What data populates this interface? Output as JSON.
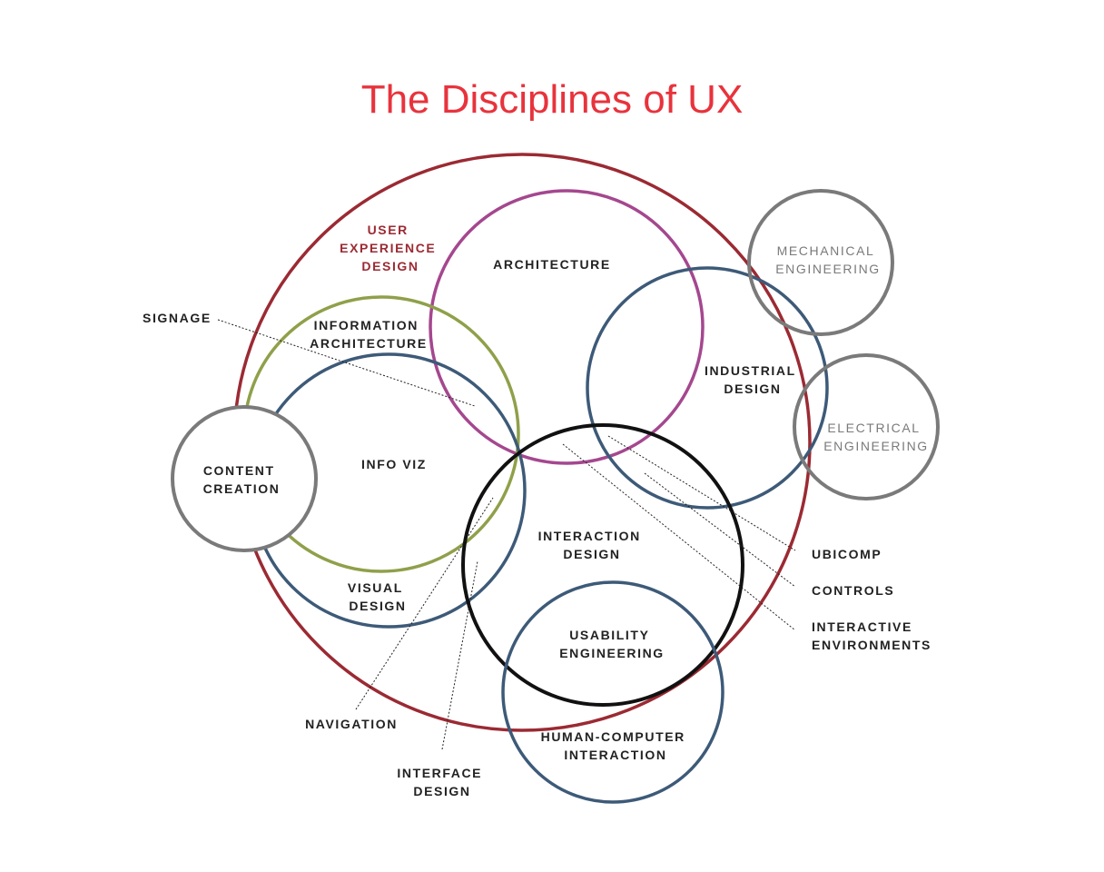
{
  "title": "The Disciplines of UX",
  "colors": {
    "title": "#e8333c",
    "user_experience_design": "#9b2a33",
    "information_architecture": "#8fa04a",
    "architecture": "#a5478f",
    "blue_disciplines": "#3d5a78",
    "interaction_design": "#111111",
    "outer_disciplines": "#7a7a7a"
  },
  "labels": {
    "user_experience_design": [
      "USER",
      "EXPERIENCE",
      "DESIGN"
    ],
    "architecture": [
      "ARCHITECTURE"
    ],
    "information_architecture": [
      "INFORMATION",
      "ARCHITECTURE"
    ],
    "info_viz": [
      "INFO VIZ"
    ],
    "content_creation": [
      "CONTENT",
      "CREATION"
    ],
    "visual_design": [
      "VISUAL",
      "DESIGN"
    ],
    "industrial_design": [
      "INDUSTRIAL",
      "DESIGN"
    ],
    "mechanical_engineering": [
      "MECHANICAL",
      "ENGINEERING"
    ],
    "electrical_engineering": [
      "ELECTRICAL",
      "ENGINEERING"
    ],
    "interaction_design": [
      "INTERACTION",
      "DESIGN"
    ],
    "usability_engineering": [
      "USABILITY",
      "ENGINEERING"
    ],
    "human_computer_interaction": [
      "HUMAN-COMPUTER",
      "INTERACTION"
    ],
    "signage": [
      "SIGNAGE"
    ],
    "ubicomp": [
      "UBICOMP"
    ],
    "controls": [
      "CONTROLS"
    ],
    "interactive_environments": [
      "INTERACTIVE",
      "ENVIRONMENTS"
    ],
    "navigation": [
      "NAVIGATION"
    ],
    "interface_design": [
      "INTERFACE",
      "DESIGN"
    ]
  }
}
